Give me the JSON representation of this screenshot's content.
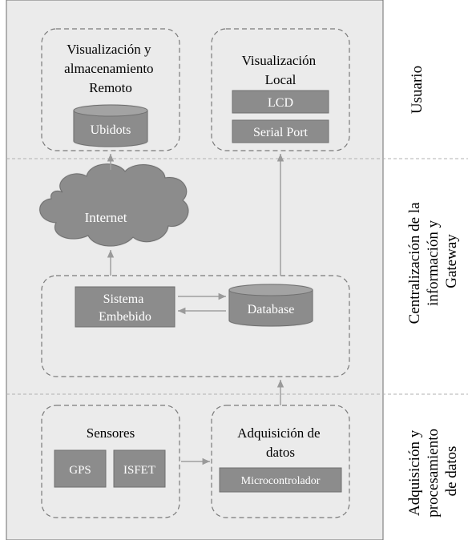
{
  "layers": {
    "user": "Usuario",
    "central": [
      "Centralización de la",
      "información y",
      "Gateway"
    ],
    "acquisition": [
      "Adquisición y",
      "procesamiento",
      "de datos"
    ]
  },
  "remote_box": {
    "title": [
      "Visualización y",
      "almacenamiento",
      "Remoto"
    ],
    "db": "Ubidots"
  },
  "local_box": {
    "title": [
      "Visualización",
      "Local"
    ],
    "items": [
      "LCD",
      "Serial Port"
    ]
  },
  "cloud": {
    "label": "Internet"
  },
  "gateway_box": {
    "system": [
      "Sistema",
      "Embebido"
    ],
    "db": "Database"
  },
  "sensors_box": {
    "title": "Sensores",
    "items": [
      "GPS",
      "ISFET"
    ]
  },
  "acq_box": {
    "title": [
      "Adquisición de",
      "datos"
    ],
    "mcu": "Microcontrolador"
  },
  "colors": {
    "panel": "#ebebeb",
    "block": "#8c8c8c",
    "block_text": "#ffffff",
    "dashed": "#7a7a7a",
    "arrow": "#a0a0a0",
    "divider": "#b0b0b0"
  }
}
